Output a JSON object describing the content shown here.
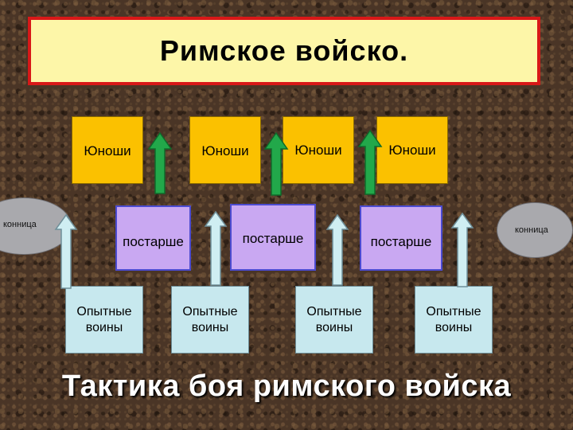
{
  "title": "Римское войско.",
  "subtitle": "Тактика боя римского войска",
  "cavalry": {
    "left": "конница",
    "right": "конница"
  },
  "rows": {
    "front": [
      "Юноши",
      "Юноши",
      "Юноши",
      "Юноши"
    ],
    "middle": [
      "постарше",
      "постарше",
      "постарше"
    ],
    "rear": [
      "Опытные воины",
      "Опытные воины",
      "Опытные воины",
      "Опытные воины"
    ]
  },
  "colors": {
    "title_bg": "#fdf6a8",
    "title_border": "#d81818",
    "front_box": "#fbc100",
    "middle_box": "#c9a8f2",
    "rear_box": "#c7e8ee",
    "green_arrow": "#22a84a",
    "blue_arrow": "#cfeef2",
    "cavalry": "#a9a9ad"
  }
}
